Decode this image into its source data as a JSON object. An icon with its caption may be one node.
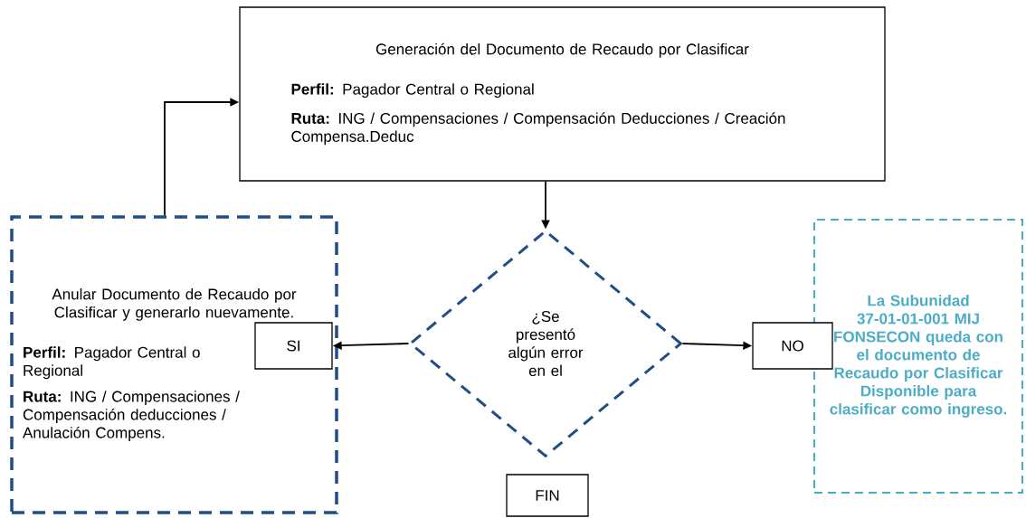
{
  "diagram": {
    "nodes": [
      {
        "text": [
          "Generación del Documento de Recaudo por Clasificar",
          "**Perfil:** Pagador Central o Regional",
          "**Ruta:** ING / Compensaciones / Compensación Deducciones / Creación Compensa.Deduc"
        ]
      },
      {
        "text": [
          "¿Se presentó algún error en el"
        ]
      },
      {
        "text": [
          "Anular Documento de Recaudo por Clasificar y generarlo nuevamente.",
          "**Perfil:** Pagador Central o Regional",
          "**Ruta:** ING / Compensaciones / Compensación deducciones / Anulación Compens."
        ]
      },
      {
        "text": [
          "SI"
        ],
        "in": 2
      },
      {
        "text": [
          "NO"
        ]
      },
      {
        "text": [
          "La Subunidad 37-01-01-001 MIJ FONSECON queda con el documento de Recaudo por Clasificar Disponible para clasificar como ingreso."
        ]
      },
      {
        "text": [
          "FIN"
        ]
      }
    ],
    "edges": [
      {
        "from": 0,
        "to": 1,
        "arrow": "to"
      },
      {
        "from": 1,
        "to": 3,
        "arrow": "to"
      },
      {
        "from": 1,
        "to": 4,
        "arrow": "to"
      },
      {
        "from": 2,
        "to": 0,
        "arrow": "to"
      }
    ]
  }
}
